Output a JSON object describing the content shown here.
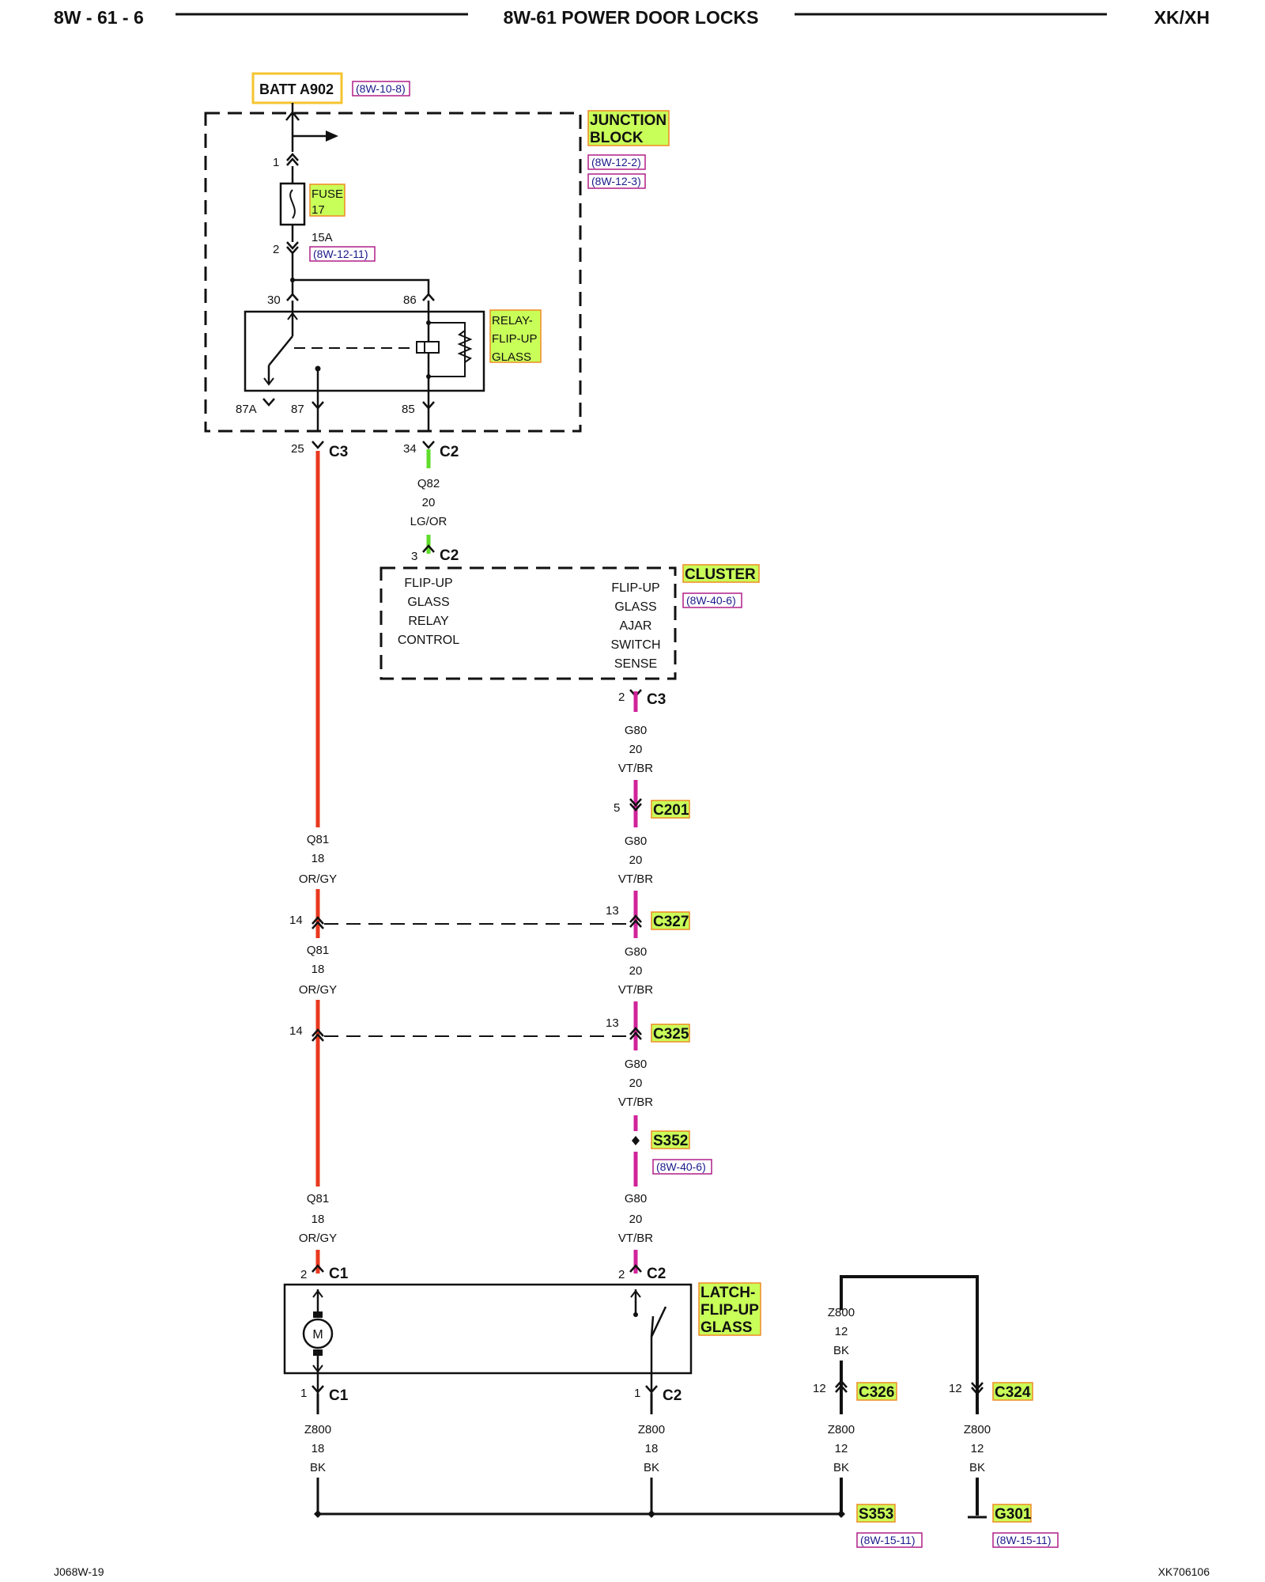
{
  "header": {
    "left": "8W - 61 - 6",
    "center": "8W-61 POWER DOOR LOCKS",
    "right": "XK/XH"
  },
  "footer": {
    "left": "J068W-19",
    "right": "XK706106"
  },
  "colors": {
    "wire_or_gy": "#e8391e",
    "wire_lg_or": "#5fdc2a",
    "wire_vt_br": "#d0249b",
    "highlight": "#c9ff59",
    "highlight_border": "#ef8a22",
    "ref_box": "#b01f88"
  },
  "batt": {
    "label": "BATT A902",
    "ref": "(8W-10-8)"
  },
  "junction_block": {
    "name_line1": "JUNCTION",
    "name_line2": "BLOCK",
    "ref1": "(8W-12-2)",
    "ref2": "(8W-12-3)"
  },
  "fuse": {
    "name_line1": "FUSE",
    "name_line2": "17",
    "rating": "15A",
    "ref": "(8W-12-11)",
    "pin_top": "1",
    "pin_bottom": "2"
  },
  "relay": {
    "name_line1": "RELAY-",
    "name_line2": "FLIP-UP",
    "name_line3": "GLASS",
    "pin30": "30",
    "pin86": "86",
    "pin87a": "87A",
    "pin87": "87",
    "pin85": "85"
  },
  "jb_out": {
    "c3_pin": "25",
    "c3_label": "C3",
    "c2_pin": "34",
    "c2_label": "C2"
  },
  "wire_q82": {
    "circuit": "Q82",
    "gauge": "20",
    "color": "LG/OR"
  },
  "cluster": {
    "name": "CLUSTER",
    "ref": "(8W-40-6)",
    "in_pin": "3",
    "in_label": "C2",
    "left_text": [
      "FLIP-UP",
      "GLASS",
      "RELAY",
      "CONTROL"
    ],
    "right_text": [
      "FLIP-UP",
      "GLASS",
      "AJAR",
      "SWITCH",
      "SENSE"
    ],
    "out_pin": "2",
    "out_label": "C3"
  },
  "wire_q81": {
    "circuit": "Q81",
    "gauge": "18",
    "color": "OR/GY"
  },
  "wire_g80": {
    "circuit": "G80",
    "gauge": "20",
    "color": "VT/BR"
  },
  "c201": {
    "pin": "5",
    "label": "C201"
  },
  "c327": {
    "pin_left": "14",
    "pin_right": "13",
    "label": "C327"
  },
  "c325": {
    "pin_left": "14",
    "pin_right": "13",
    "label": "C325"
  },
  "s352": {
    "label": "S352",
    "ref": "(8W-40-6)"
  },
  "latch": {
    "name_line1": "LATCH-",
    "name_line2": "FLIP-UP",
    "name_line3": "GLASS",
    "c1_top_pin": "2",
    "c1_label": "C1",
    "c2_top_pin": "2",
    "c2_label": "C2",
    "motor": "M",
    "c1_bot_pin": "1",
    "c2_bot_pin": "1"
  },
  "wire_z800_18": {
    "circuit": "Z800",
    "gauge": "18",
    "color": "BK"
  },
  "wire_z800_12": {
    "circuit": "Z800",
    "gauge": "12",
    "color": "BK"
  },
  "c326": {
    "pin": "12",
    "label": "C326"
  },
  "c324": {
    "pin": "12",
    "label": "C324"
  },
  "s353": {
    "label": "S353",
    "ref": "(8W-15-11)"
  },
  "g301": {
    "label": "G301",
    "ref": "(8W-15-11)"
  }
}
